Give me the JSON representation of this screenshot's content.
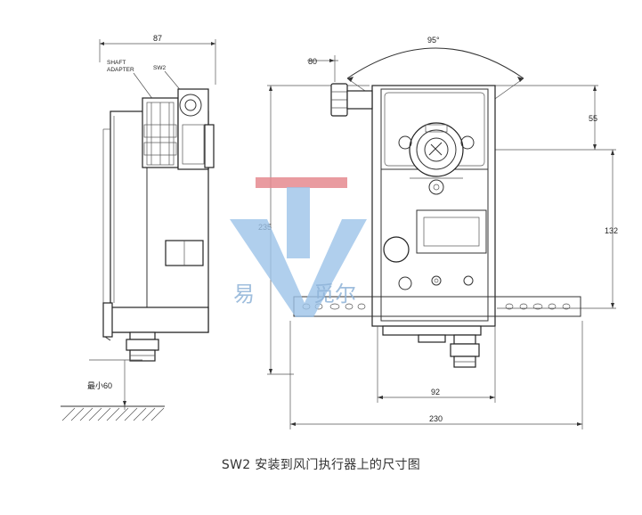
{
  "dimensions": {
    "side_width": "87",
    "angle": "95°",
    "offset_80": "80",
    "top_55": "55",
    "height_235": "235",
    "height_132": "132",
    "width_92": "92",
    "width_230": "230",
    "clearance": "最小60"
  },
  "labels": {
    "shaft_adapter_line1": "SHAFT",
    "shaft_adapter_line2": "ADAPTER",
    "sw2": "SW2"
  },
  "watermark": {
    "char_left": "易",
    "char_right": "觅尔"
  },
  "caption": "SW2 安装到风门执行器上的尺寸图"
}
